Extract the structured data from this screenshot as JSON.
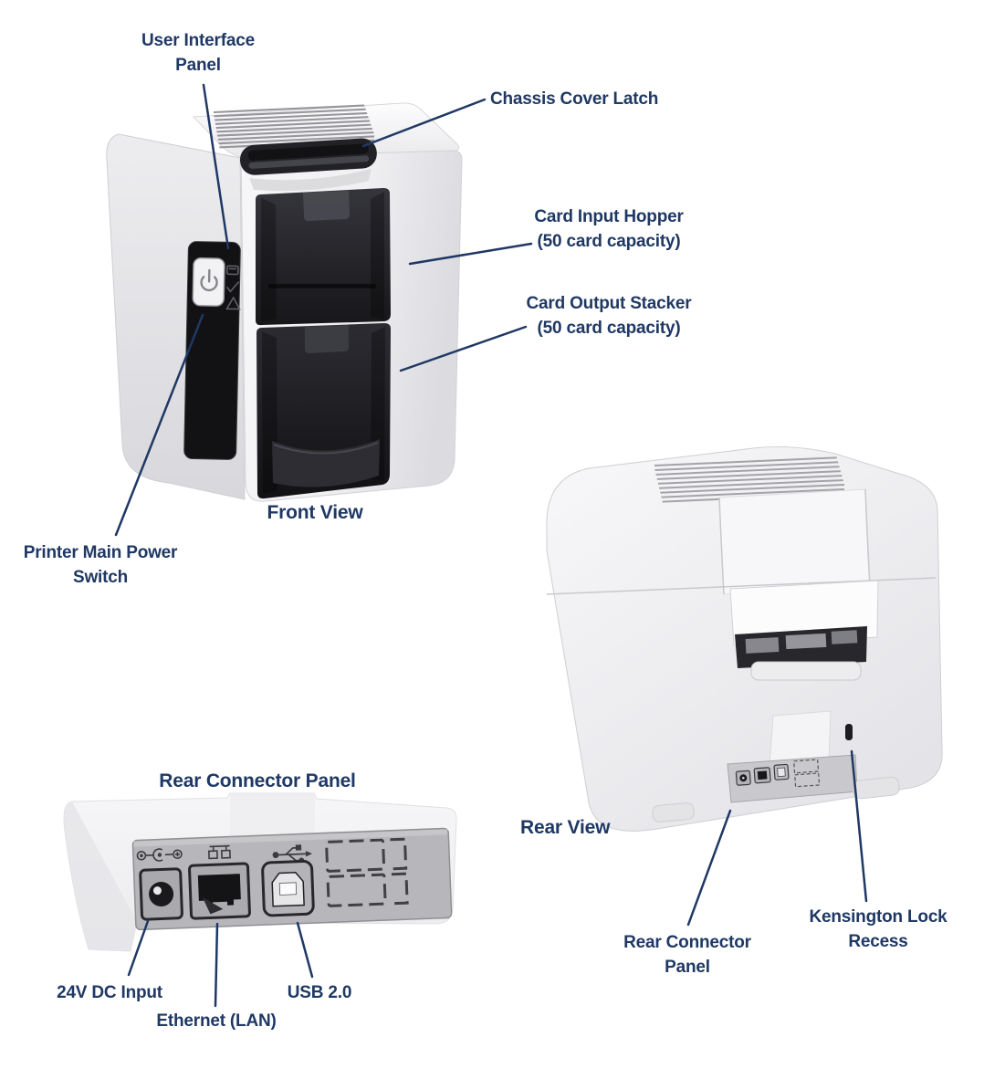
{
  "colors": {
    "label_text": "#1f3864",
    "leader_line": "#1f3864",
    "background": "#ffffff",
    "printer_body": "#f0f0f2",
    "dark_opening": "#1a1a1e",
    "connector_panel_gray": "#b7b7bb"
  },
  "front_view": {
    "title": "Front View",
    "callouts": {
      "user_interface_panel": [
        "User Interface",
        "Panel"
      ],
      "chassis_cover_latch": [
        "Chassis Cover Latch"
      ],
      "card_input_hopper": [
        "Card Input Hopper",
        "(50 card capacity)"
      ],
      "card_output_stacker": [
        "Card Output Stacker",
        "(50 card capacity)"
      ],
      "printer_main_power_switch": [
        "Printer Main Power",
        "Switch"
      ]
    }
  },
  "rear_view": {
    "title": "Rear View",
    "callouts": {
      "rear_connector_panel": [
        "Rear Connector",
        "Panel"
      ],
      "kensington_lock_recess": [
        "Kensington Lock",
        "Recess"
      ]
    }
  },
  "connector_panel_closeup": {
    "title": "Rear Connector Panel",
    "callouts": {
      "dc_input": [
        "24V DC Input"
      ],
      "ethernet_lan": [
        "Ethernet (LAN)"
      ],
      "usb": [
        "USB 2.0"
      ]
    }
  },
  "icons": [
    "power-icon",
    "card-feed-icon",
    "check-icon",
    "warning-triangle-icon",
    "dc-polarity-icon",
    "lan-icon",
    "usb-trident-icon",
    "kensington-slot-icon"
  ]
}
